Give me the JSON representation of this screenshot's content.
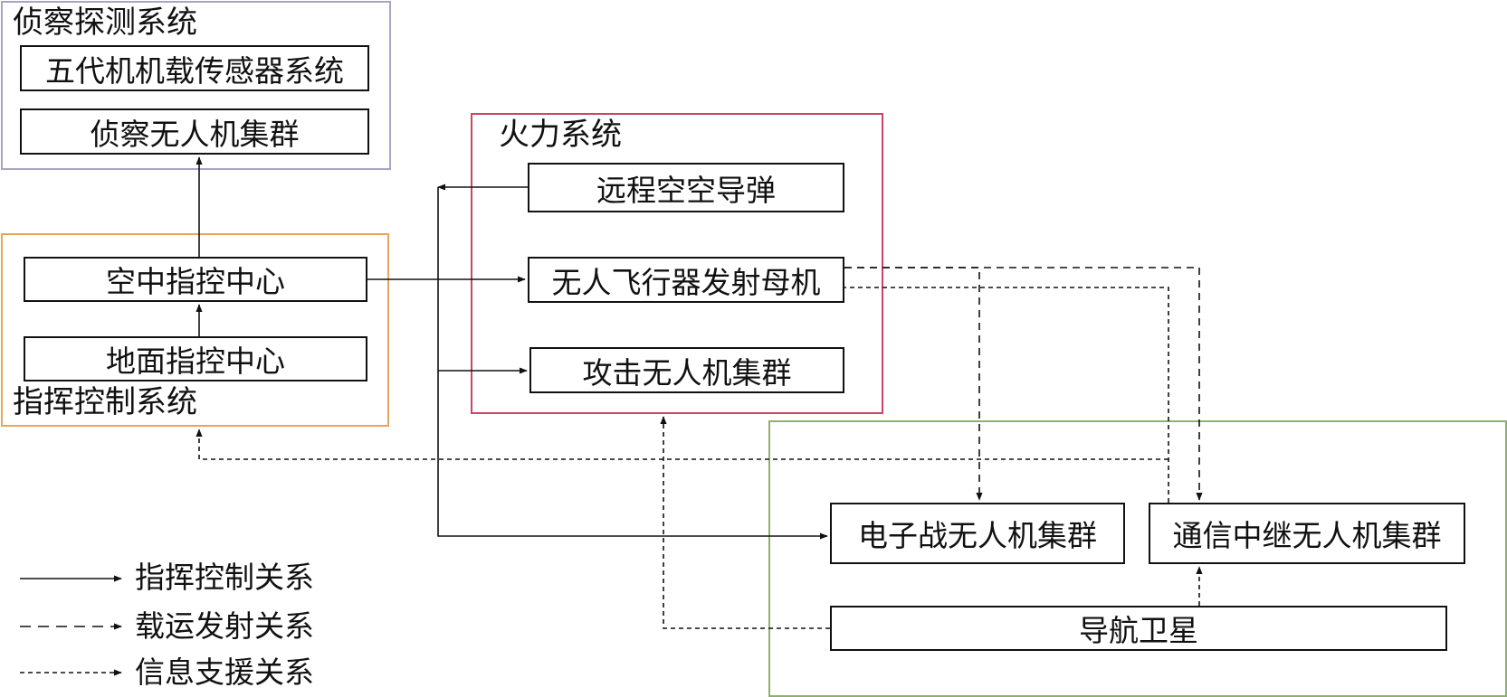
{
  "groups": {
    "recon": {
      "title": "侦察探测系统",
      "color": "#a6a6c2"
    },
    "command": {
      "title": "指挥控制系统",
      "color": "#e8a45a"
    },
    "fire": {
      "title": "火力系统",
      "color": "#cc4466"
    },
    "support": {
      "title": "",
      "color": "#8fb06a"
    }
  },
  "nodes": {
    "fifth_gen_sensor": "五代机机载传感器系统",
    "recon_uav_swarm": "侦察无人机集群",
    "air_command_center": "空中指控中心",
    "ground_command_center": "地面指控中心",
    "long_range_aam": "远程空空导弹",
    "uav_launch_mothership": "无人飞行器发射母机",
    "attack_uav_swarm": "攻击无人机集群",
    "ew_uav_swarm": "电子战无人机集群",
    "comm_relay_uav_swarm": "通信中继无人机集群",
    "nav_satellite": "导航卫星"
  },
  "legend": {
    "command_control": "指挥控制关系",
    "carry_launch": "载运发射关系",
    "info_support": "信息支援关系"
  }
}
